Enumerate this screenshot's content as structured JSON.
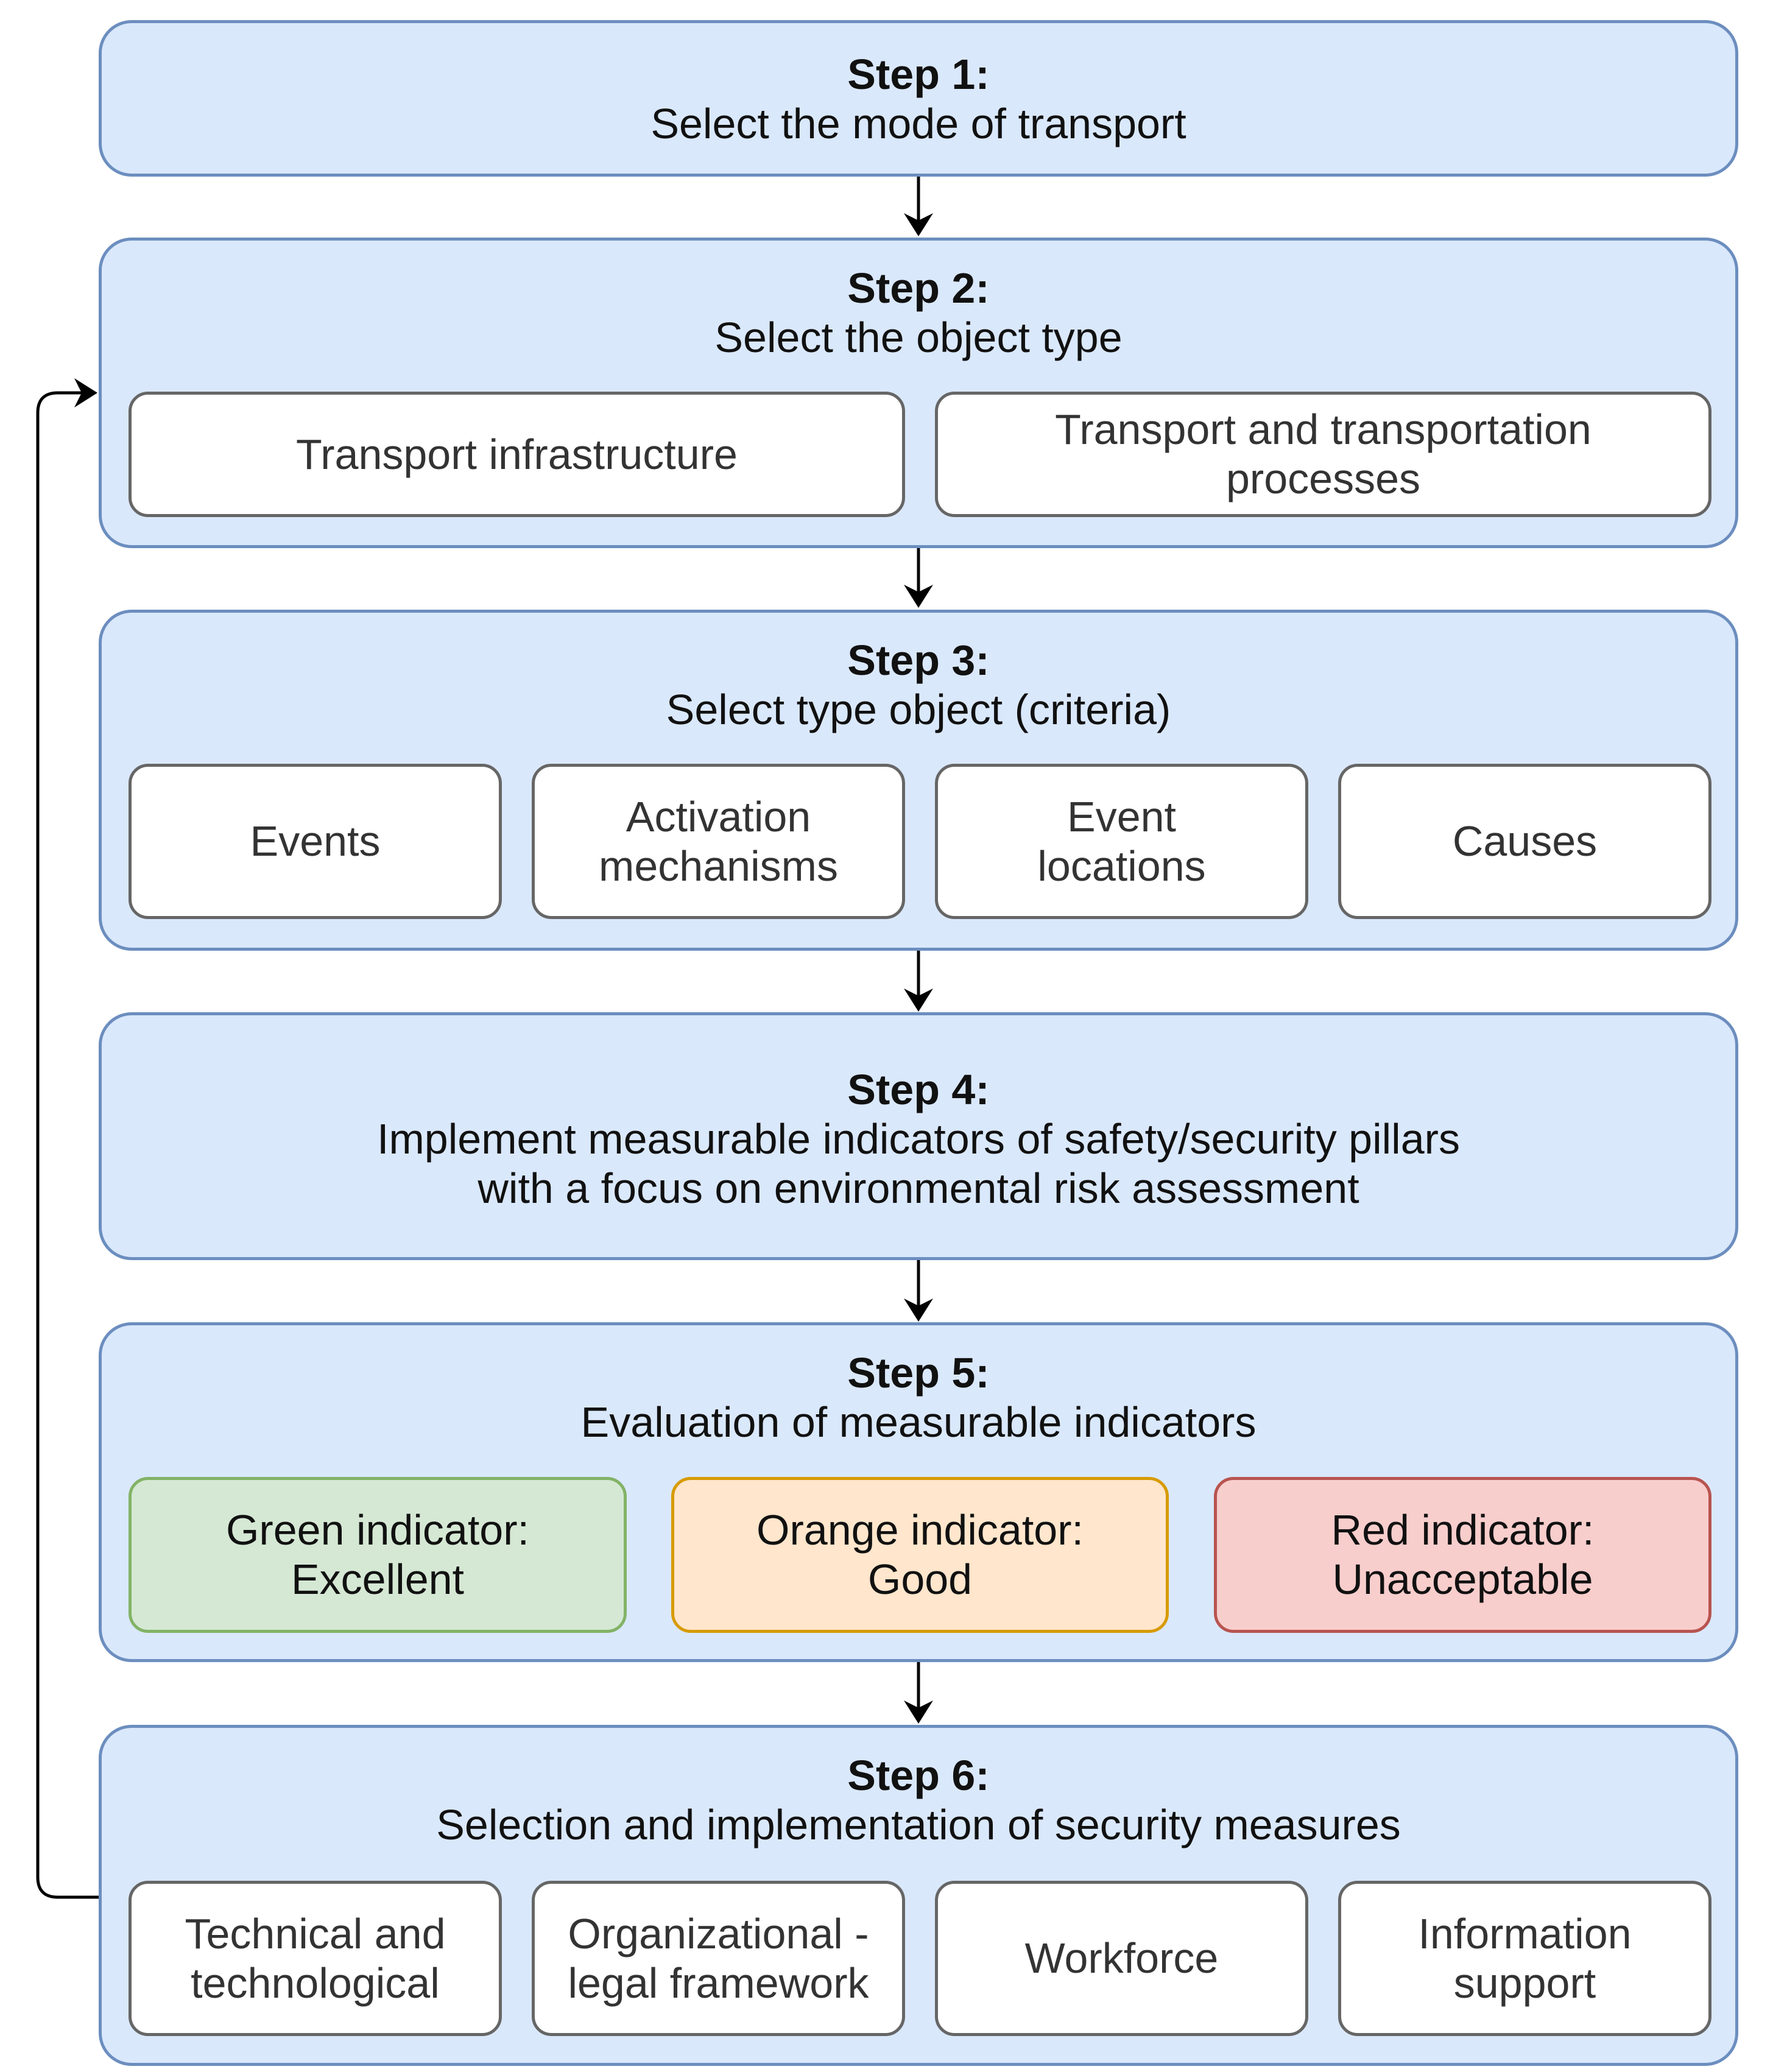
{
  "step1": {
    "title": "Step 1:",
    "description": "Select the mode of transport"
  },
  "step2": {
    "title": "Step 2:",
    "description": "Select the object type",
    "options": [
      {
        "lines": [
          "Transport infrastructure"
        ]
      },
      {
        "lines": [
          "Transport and transportation",
          "processes"
        ]
      }
    ]
  },
  "step3": {
    "title": "Step 3:",
    "description": "Select type object (criteria)",
    "options": [
      {
        "lines": [
          "Events"
        ]
      },
      {
        "lines": [
          "Activation",
          "mechanisms"
        ]
      },
      {
        "lines": [
          "Event",
          "locations"
        ]
      },
      {
        "lines": [
          "Causes"
        ]
      }
    ]
  },
  "step4": {
    "title": "Step 4:",
    "description_lines": [
      "Implement measurable indicators of safety/security pillars",
      "with a focus on environmental risk assessment"
    ]
  },
  "step5": {
    "title": "Step 5:",
    "description": "Evaluation of measurable indicators",
    "indicators": [
      {
        "lines": [
          "Green indicator:",
          "Excellent"
        ],
        "color": "#d5e8d4",
        "border": "#82b366"
      },
      {
        "lines": [
          "Orange indicator:",
          "Good"
        ],
        "color": "#ffe6cc",
        "border": "#d79b00"
      },
      {
        "lines": [
          "Red indicator:",
          "Unacceptable"
        ],
        "color": "#f8cecc",
        "border": "#b85450"
      }
    ]
  },
  "step6": {
    "title": "Step 6:",
    "description": "Selection and implementation of security measures",
    "options": [
      {
        "lines": [
          "Technical and",
          "technological"
        ]
      },
      {
        "lines": [
          "Organizational -",
          "legal framework"
        ]
      },
      {
        "lines": [
          "Workforce"
        ]
      },
      {
        "lines": [
          "Information",
          "support"
        ]
      }
    ]
  },
  "colors": {
    "step_fill": "#dae8fc",
    "step_border": "#6c8ebf",
    "box_fill": "#ffffff",
    "box_border": "#666666",
    "arrow": "#000000"
  }
}
